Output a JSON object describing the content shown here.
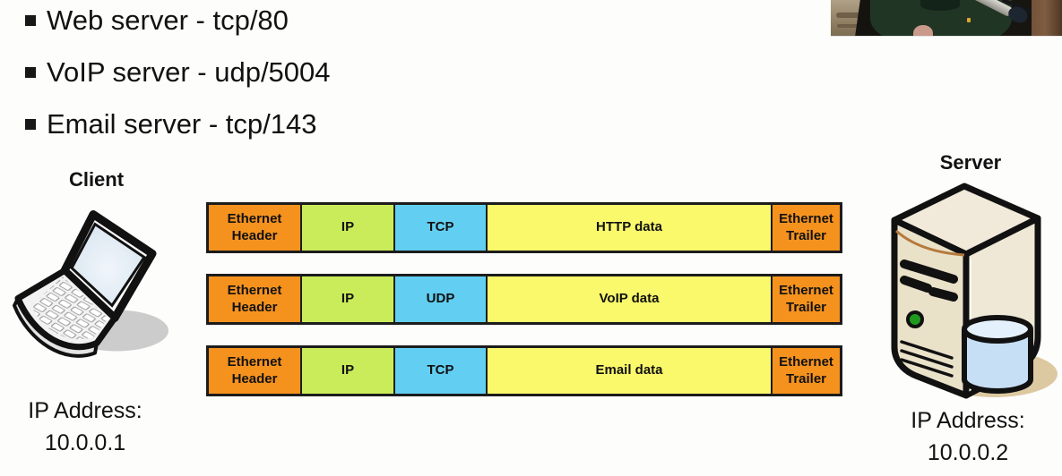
{
  "bullets": [
    {
      "text": "Web server - tcp/80"
    },
    {
      "text": "VoIP server - udp/5004"
    },
    {
      "text": "Email server - tcp/143"
    }
  ],
  "client": {
    "title": "Client",
    "ip_label": "IP Address:",
    "ip_address": "10.0.0.1"
  },
  "server": {
    "title": "Server",
    "ip_label": "IP Address:",
    "ip_address": "10.0.0.2"
  },
  "packets": [
    {
      "segments": [
        {
          "label": "Ethernet Header"
        },
        {
          "label": "IP"
        },
        {
          "label": "TCP"
        },
        {
          "label": "HTTP data"
        },
        {
          "label": "Ethernet Trailer"
        }
      ]
    },
    {
      "segments": [
        {
          "label": "Ethernet Header"
        },
        {
          "label": "IP"
        },
        {
          "label": "UDP"
        },
        {
          "label": "VoIP data"
        },
        {
          "label": "Ethernet Trailer"
        }
      ]
    },
    {
      "segments": [
        {
          "label": "Ethernet Header"
        },
        {
          "label": "IP"
        },
        {
          "label": "TCP"
        },
        {
          "label": "Email data"
        },
        {
          "label": "Ethernet Trailer"
        }
      ]
    }
  ],
  "colors": {
    "ethernet_orange": "#F5921E",
    "ip_green": "#CBEC5A",
    "transport_blue": "#62CFF2",
    "payload_yellow": "#FAF96B"
  }
}
